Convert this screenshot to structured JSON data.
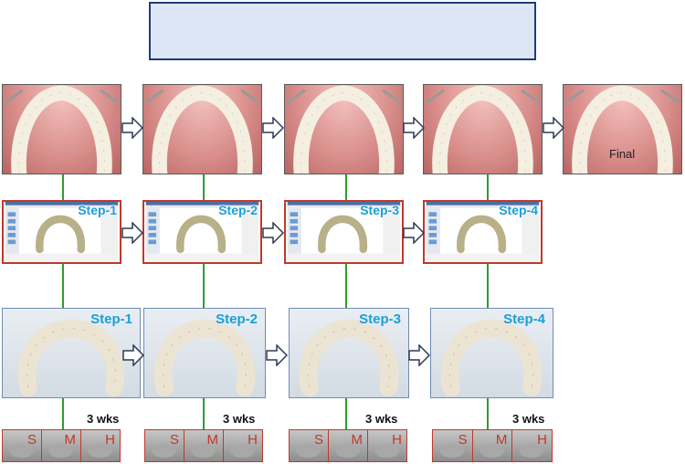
{
  "title": "",
  "photos": [
    {
      "label": ""
    },
    {
      "label": ""
    },
    {
      "label": ""
    },
    {
      "label": ""
    },
    {
      "label": "Final"
    }
  ],
  "cad_steps": [
    "Step-1",
    "Step-2",
    "Step-3",
    "Step-4"
  ],
  "tray_steps": [
    "Step-1",
    "Step-2",
    "Step-3",
    "Step-4"
  ],
  "durations": [
    "3 wks",
    "3 wks",
    "3 wks",
    "3 wks"
  ],
  "hardness_sets": [
    [
      "S",
      "M",
      "H"
    ],
    [
      "S",
      "M",
      "H"
    ],
    [
      "S",
      "M",
      "H"
    ],
    [
      "S",
      "M",
      "H"
    ]
  ],
  "colors": {
    "title_fill": "#dde6f5",
    "title_border": "#1f3c73",
    "connector": "#2e9c2e",
    "step_label": "#1aa0d8",
    "frame_red": "#c0392b"
  },
  "icons": {
    "flow_arrow": "right-arrow-icon",
    "dental_arch": "dental-arch-icon"
  }
}
